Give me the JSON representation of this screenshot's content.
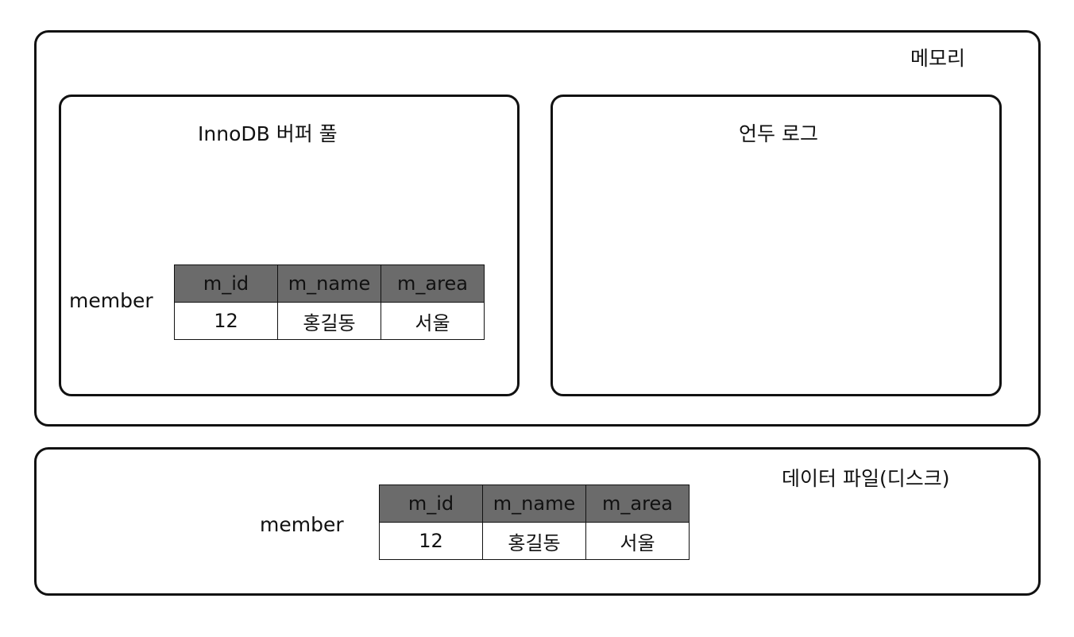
{
  "memory": {
    "label": "메모리",
    "buffer_pool": {
      "label": "InnoDB 버퍼 풀",
      "table_name": "member",
      "columns": [
        "m_id",
        "m_name",
        "m_area"
      ],
      "rows": [
        [
          "12",
          "홍길동",
          "서울"
        ]
      ]
    },
    "undo_log": {
      "label": "언두 로그"
    }
  },
  "data_file": {
    "label": "데이터 파일(디스크)",
    "table_name": "member",
    "columns": [
      "m_id",
      "m_name",
      "m_area"
    ],
    "rows": [
      [
        "12",
        "홍길동",
        "서울"
      ]
    ]
  }
}
